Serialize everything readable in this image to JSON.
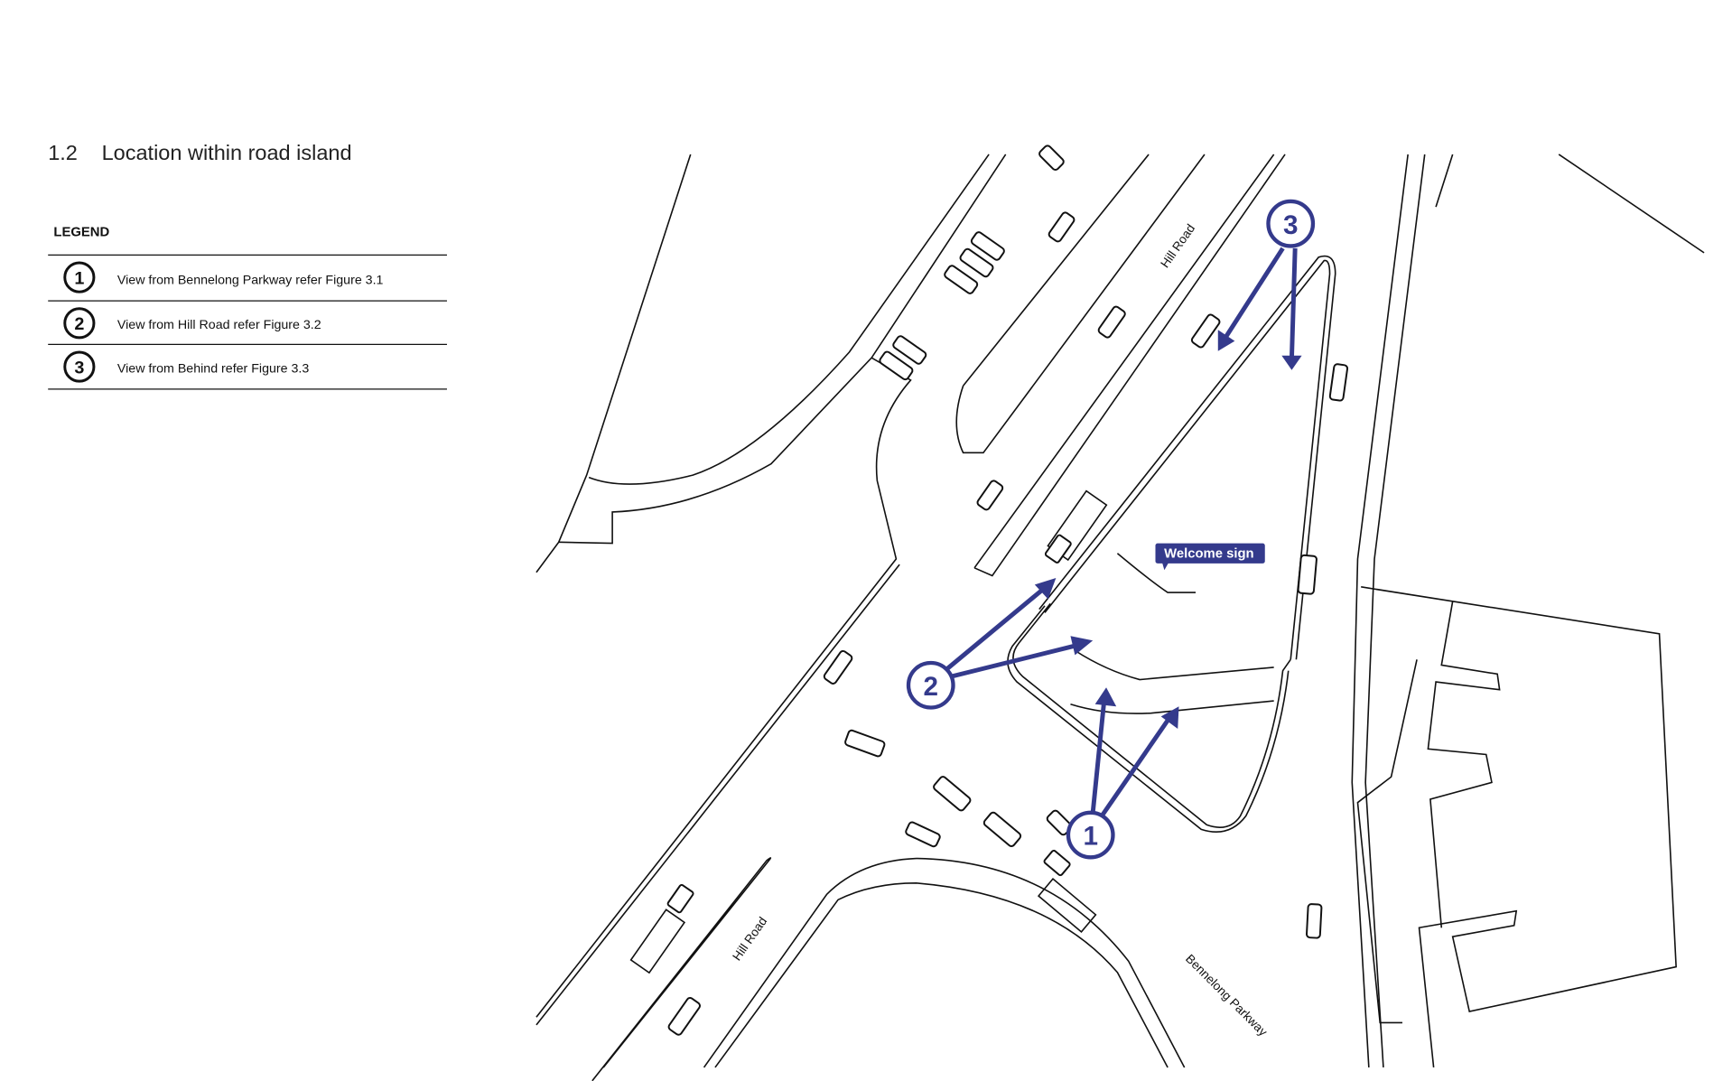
{
  "section": {
    "number": "1.2",
    "title": "Location within road island"
  },
  "legend": {
    "heading": "LEGEND",
    "items": [
      {
        "num": "1",
        "label": "View from Bennelong Parkway refer Figure 3.1"
      },
      {
        "num": "2",
        "label": "View from Hill Road refer Figure 3.2"
      },
      {
        "num": "3",
        "label": "View from Behind refer Figure 3.3"
      }
    ]
  },
  "map": {
    "welcome_sign": "Welcome sign",
    "road_labels": {
      "hill_road_top": "Hill Road",
      "hill_road_bottom": "Hill Road",
      "bennelong": "Bennelong Parkway"
    },
    "viewpoints": [
      {
        "num": "1"
      },
      {
        "num": "2"
      },
      {
        "num": "3"
      }
    ],
    "accent_color": "#343a8c"
  }
}
